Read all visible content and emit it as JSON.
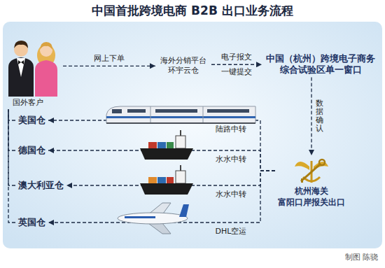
{
  "diagram": {
    "title": "中国首批跨境电商 B2B 出口业务流程",
    "caption": "制图 陈骁",
    "nodes": [
      {
        "text": [
          "国外客户"
        ]
      },
      {
        "text": [
          "海外分销平台 环宇云仓"
        ]
      },
      {
        "text": [
          "中国（杭州）跨境电子商务 综合试验区单一窗口"
        ]
      },
      {
        "text": [
          "杭州海关 富阳口岸报关出口"
        ]
      },
      {
        "text": [
          "美国仓"
        ]
      },
      {
        "text": [
          "德国仓"
        ]
      },
      {
        "text": [
          "澳大利亚仓"
        ]
      },
      {
        "text": [
          "英国仓"
        ]
      }
    ],
    "edges": [
      {
        "from": 0,
        "to": 1,
        "label": "网上下单",
        "arrow": "to"
      },
      {
        "from": 1,
        "to": 2,
        "label": "电子报文",
        "arrow": "to"
      },
      {
        "from": 2,
        "to": 3,
        "label": "数据确认",
        "arrow": "to"
      },
      {
        "from": 3,
        "to": 4,
        "label": "陆路中转",
        "arrow": "to"
      },
      {
        "from": 3,
        "to": 5,
        "label": "水水中转",
        "arrow": "to"
      },
      {
        "from": 3,
        "to": 6,
        "label": "水水中转",
        "arrow": "to"
      },
      {
        "from": 3,
        "to": 7,
        "label": "DHL空运",
        "arrow": "to"
      },
      {
        "from": 4,
        "to": 0,
        "arrow": "none"
      },
      {
        "from": 5,
        "to": 0,
        "arrow": "none"
      },
      {
        "from": 6,
        "to": 0,
        "arrow": "none"
      },
      {
        "from": 7,
        "to": 0,
        "arrow": "none"
      }
    ],
    "labels": [
      "一键提交"
    ]
  }
}
